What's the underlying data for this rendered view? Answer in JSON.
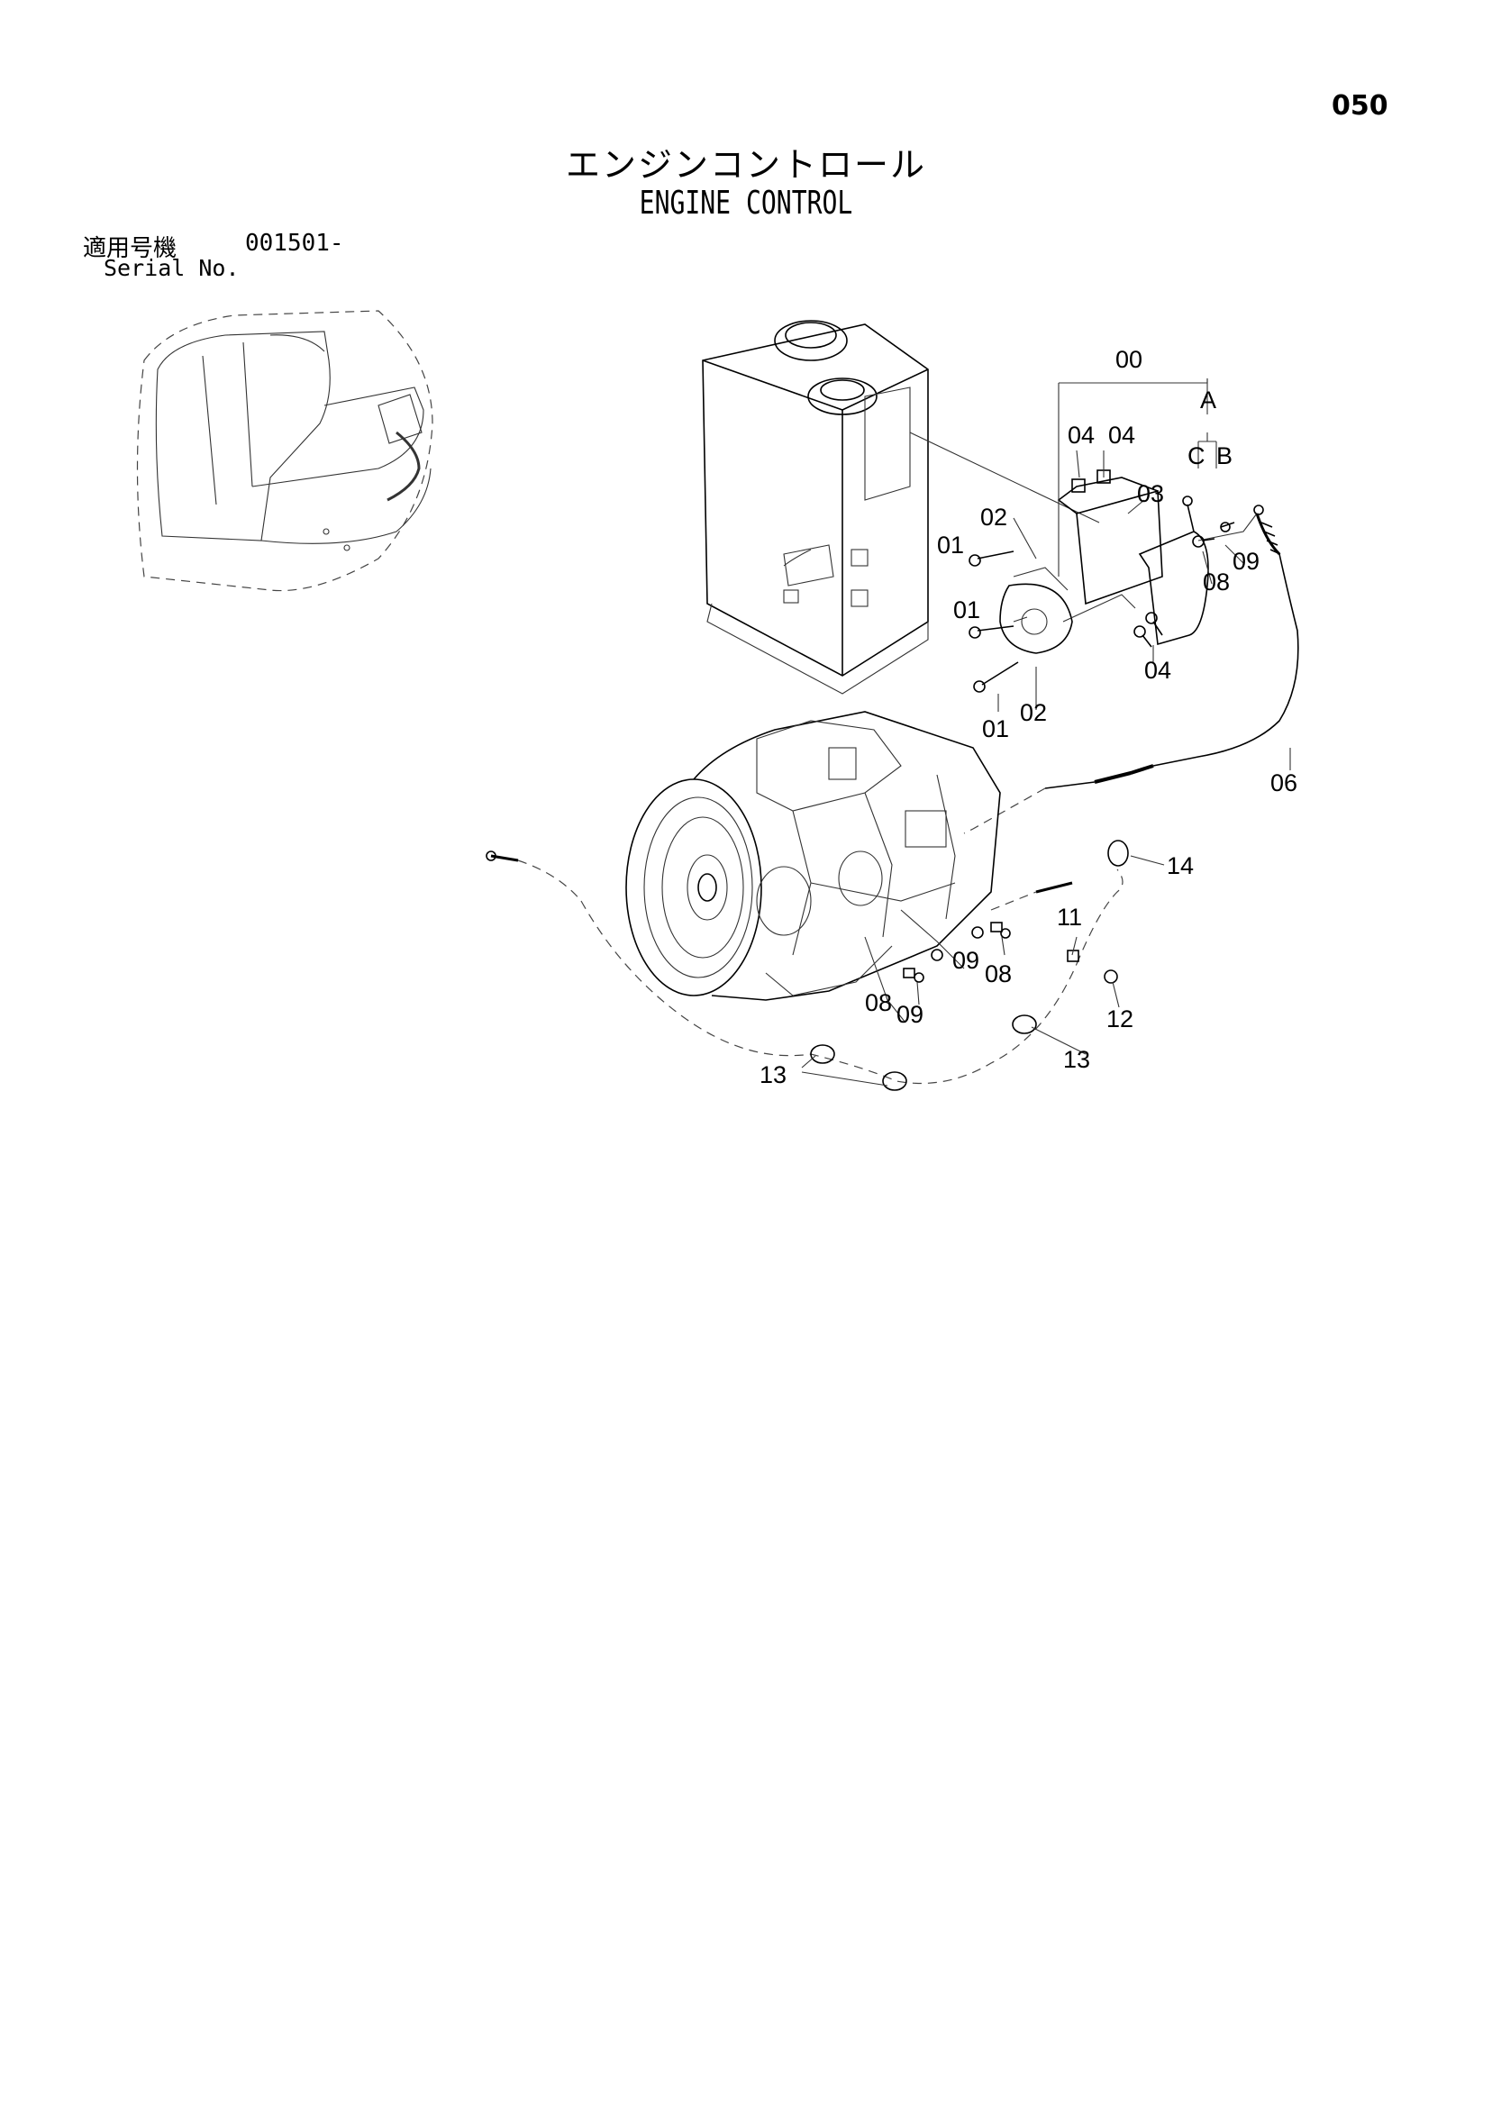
{
  "page_number": "050",
  "title_jp": "エンジンコントロール",
  "title_en": "ENGINE CONTROL",
  "serial": {
    "label_jp": "適用号機",
    "label_en": "Serial No.",
    "value": "001501-"
  },
  "callouts": {
    "c00": "00",
    "cA": "A",
    "cC": "C",
    "cB": "B",
    "c04a": "04",
    "c04b": "04",
    "c03": "03",
    "c02a": "02",
    "c01a": "01",
    "c01b": "01",
    "c09a": "09",
    "c08a": "08",
    "c04c": "04",
    "c01c": "01",
    "c02b": "02",
    "c06": "06",
    "c14": "14",
    "c11": "11",
    "c09b": "09",
    "c08b": "08",
    "c12": "12",
    "c08c": "08",
    "c09c": "09",
    "c13a": "13",
    "c13b": "13"
  }
}
